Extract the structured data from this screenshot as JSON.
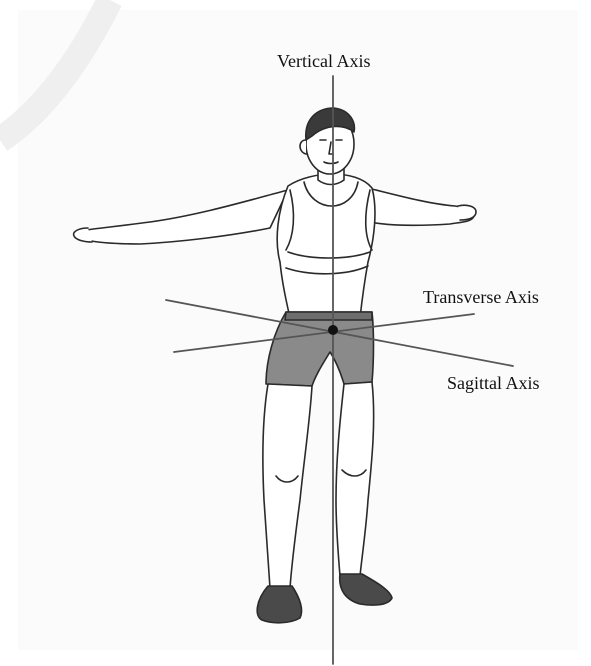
{
  "labels": {
    "vertical_axis": "Vertical Axis",
    "transverse_axis": "Transverse Axis",
    "sagittal_axis": "Sagittal Axis"
  },
  "colors": {
    "axis_line": "#555555",
    "figure_stroke": "#2a2a2a",
    "shorts_fill": "#8a8a8a",
    "hair_fill": "#3a3a3a",
    "shoe_fill": "#4a4a4a",
    "watermark": "#eeeeee"
  },
  "figure": {
    "subject": "standing man with arms outstretched",
    "icon": "human-figure-icon"
  }
}
